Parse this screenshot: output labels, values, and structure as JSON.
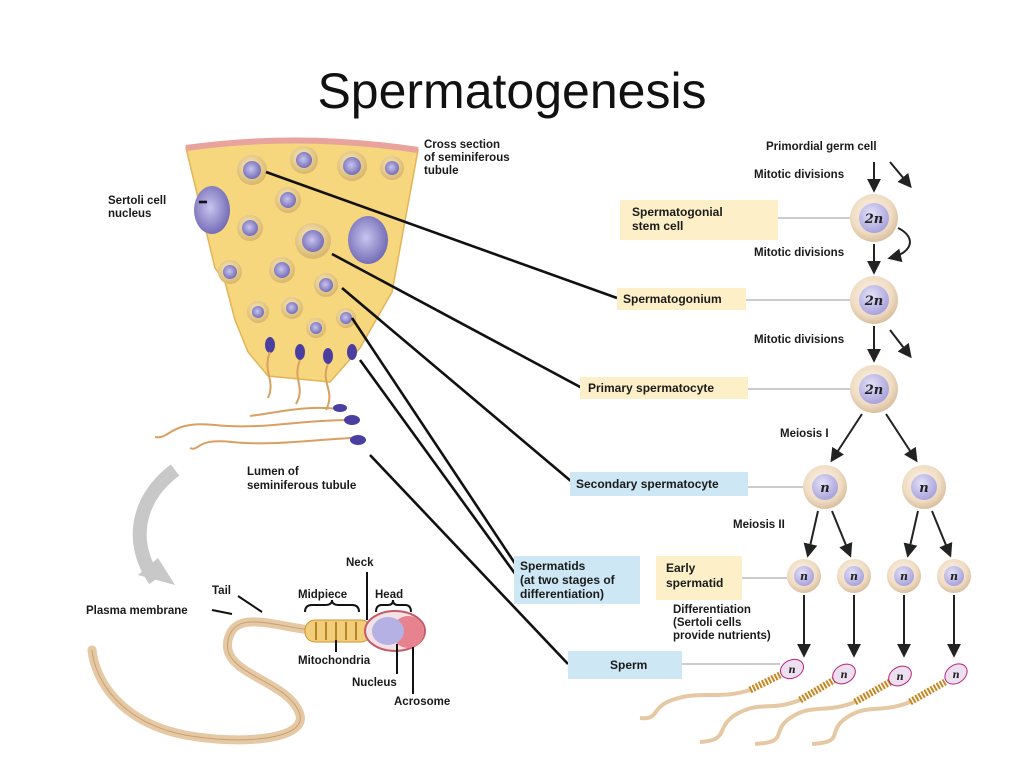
{
  "title": "Spermatogenesis",
  "left_labels": {
    "cross_section": [
      "Cross section",
      "of seminiferous",
      "tubule"
    ],
    "sertoli": [
      "Sertoli cell",
      "nucleus"
    ],
    "lumen": [
      "Lumen of",
      "seminiferous tubule"
    ]
  },
  "sperm_labels": {
    "neck": "Neck",
    "tail": "Tail",
    "midpiece": "Midpiece",
    "head": "Head",
    "plasma_membrane": "Plasma membrane",
    "mitochondria": "Mitochondria",
    "nucleus": "Nucleus",
    "acrosome": "Acrosome"
  },
  "stage_boxes": {
    "spermatogonial_stem_cell": [
      "Spermatogonial",
      "stem cell"
    ],
    "spermatogonium": "Spermatogonium",
    "primary_spermatocyte": "Primary spermatocyte",
    "secondary_spermatocyte": "Secondary spermatocyte",
    "spermatids": [
      "Spermatids",
      "(at two stages of",
      "differentiation)"
    ],
    "early_spermatid": [
      "Early",
      "spermatid"
    ],
    "sperm": "Sperm"
  },
  "process_labels": {
    "primordial": "Primordial germ cell",
    "mitotic_1": "Mitotic divisions",
    "mitotic_2": "Mitotic divisions",
    "mitotic_3": "Mitotic divisions",
    "meiosis_1": "Meiosis I",
    "meiosis_2": "Meiosis II",
    "differentiation": [
      "Differentiation",
      "(Sertoli cells",
      "provide nutrients)"
    ]
  },
  "ploidy": {
    "diploid": "2n",
    "haploid": "n"
  },
  "colors": {
    "tubule_fill": "#f7d77e",
    "tubule_edge": "#e9a6a0",
    "nucleus_purple": "#8d86c9",
    "cell_ring": "#e9d6bf",
    "box_yellow": "#fdf0c8",
    "box_blue": "#cde7f5"
  }
}
